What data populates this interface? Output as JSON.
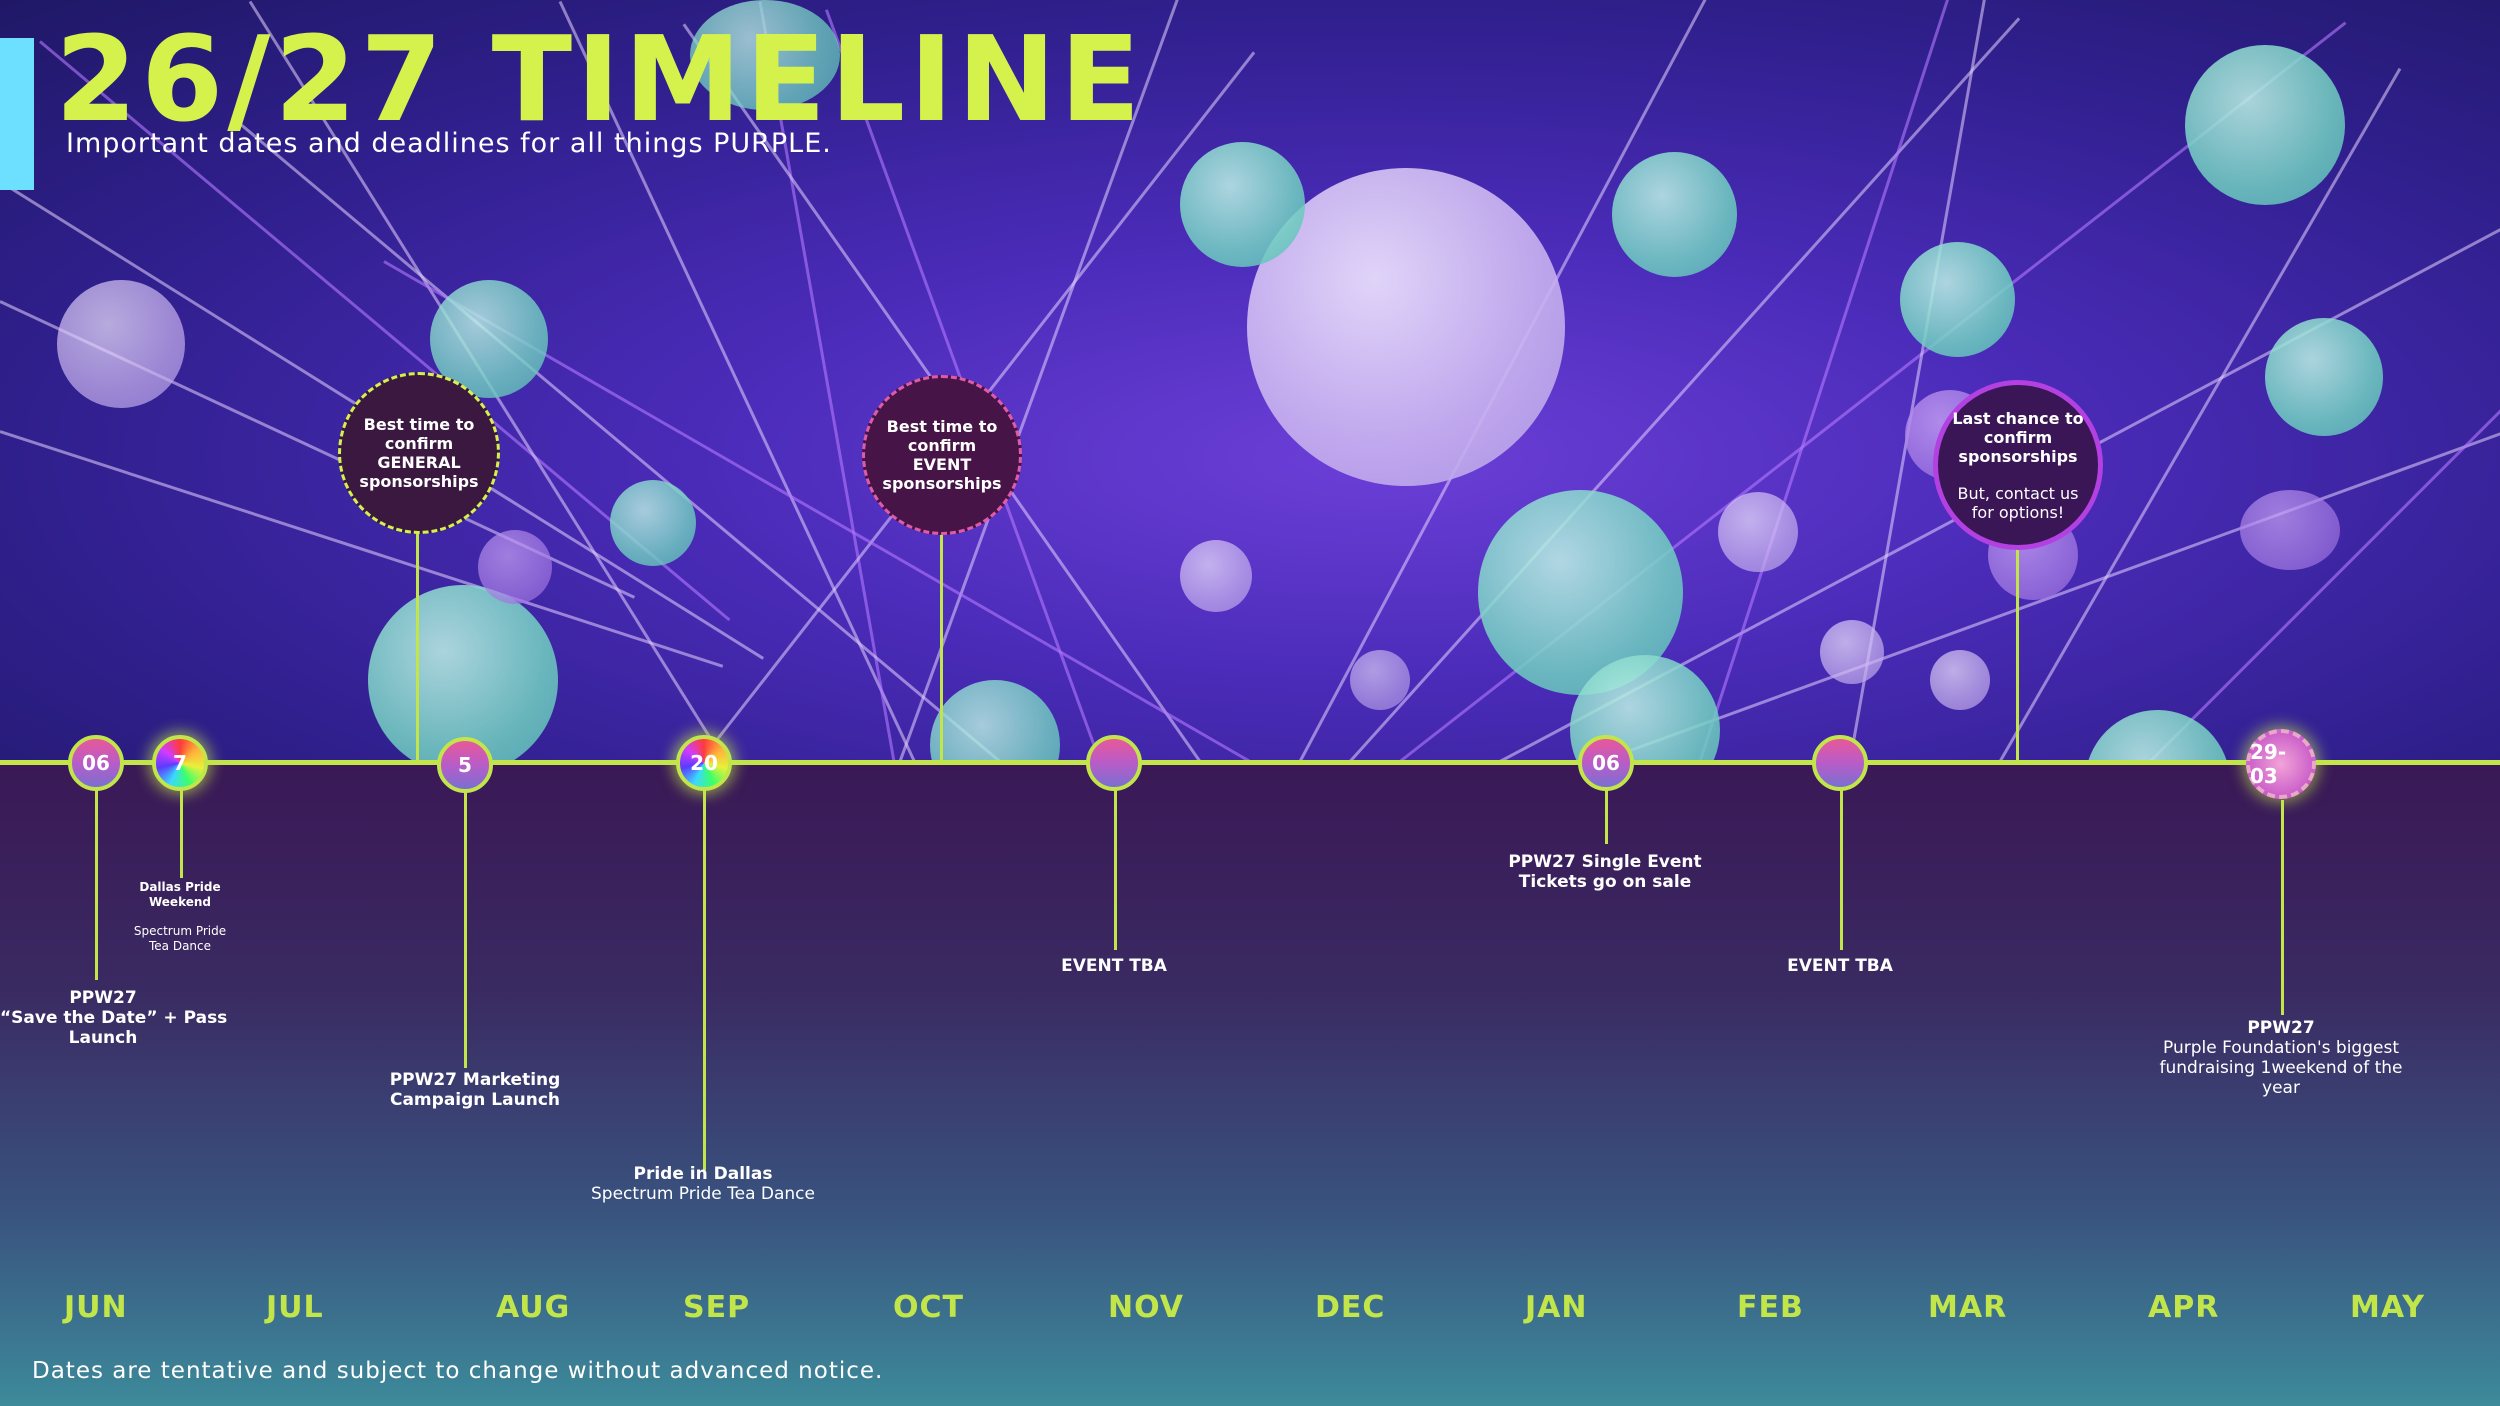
{
  "header": {
    "title": "26/27 TIMELINE",
    "subtitle": "Important dates and deadlines for all things PURPLE."
  },
  "bubbles": {
    "general": "Best time to confirm GENERAL sponsorships",
    "event": "Best time to confirm EVENT sponsorships",
    "last_chance_line1": "Last chance to confirm sponsorships",
    "last_chance_line2": "But, contact us for options!"
  },
  "markers": {
    "jun_06": "06",
    "jun_7": "7",
    "aug_5": "5",
    "sep_20": "20",
    "jan_06": "06",
    "may_29_03": "29-03"
  },
  "events": {
    "ppw27_save_title": "PPW27",
    "ppw27_save_body1": "“Save the Date” + Pass",
    "ppw27_save_body2": "Launch",
    "dallas_pride_title1": "Dallas Pride",
    "dallas_pride_title2": "Weekend",
    "dallas_pride_sub1": "Spectrum Pride",
    "dallas_pride_sub2": "Tea Dance",
    "marketing_1": "PPW27 Marketing",
    "marketing_2": "Campaign Launch",
    "pride_dallas_title": "Pride in Dallas",
    "pride_dallas_sub": "Spectrum Pride Tea Dance",
    "nov_event": "EVENT TBA",
    "jan_tickets_1": "PPW27 Single Event",
    "jan_tickets_2": "Tickets go on sale",
    "feb_event": "EVENT TBA",
    "may_title": "PPW27",
    "may_body1": "Purple Foundation's biggest",
    "may_body2": "fundraising 1weekend of the",
    "may_body3": "year"
  },
  "months": [
    "JUN",
    "JUL",
    "AUG",
    "SEP",
    "OCT",
    "NOV",
    "DEC",
    "JAN",
    "FEB",
    "MAR",
    "APR",
    "MAY"
  ],
  "footnote": "Dates are tentative and subject to change without advanced notice.",
  "colors": {
    "accent": "#c2e64a",
    "title": "#d4f24b",
    "accent_bar": "#6ee0ff",
    "bubble_dark": "#3a1840"
  }
}
